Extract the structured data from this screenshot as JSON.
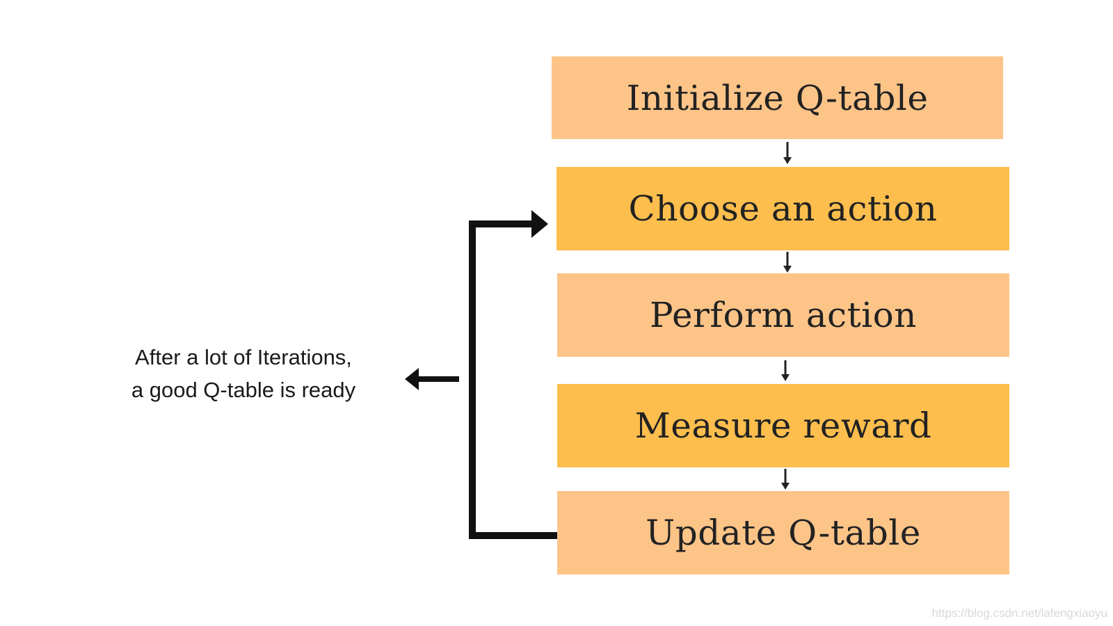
{
  "steps": [
    {
      "label": "Initialize Q-table",
      "color": "#FDC488"
    },
    {
      "label": "Choose an action",
      "color": "#FDBE4D"
    },
    {
      "label": "Perform action",
      "color": "#FDC488"
    },
    {
      "label": "Measure reward",
      "color": "#FDBE4D"
    },
    {
      "label": "Update Q-table",
      "color": "#FDC488"
    }
  ],
  "note": {
    "line1": "After a lot of Iterations,",
    "line2": "a good Q-table is ready"
  },
  "watermark": "https://blog.csdn.net/lafengxiaoyu",
  "colors": {
    "arrow": "#111111",
    "text": "#222222"
  }
}
